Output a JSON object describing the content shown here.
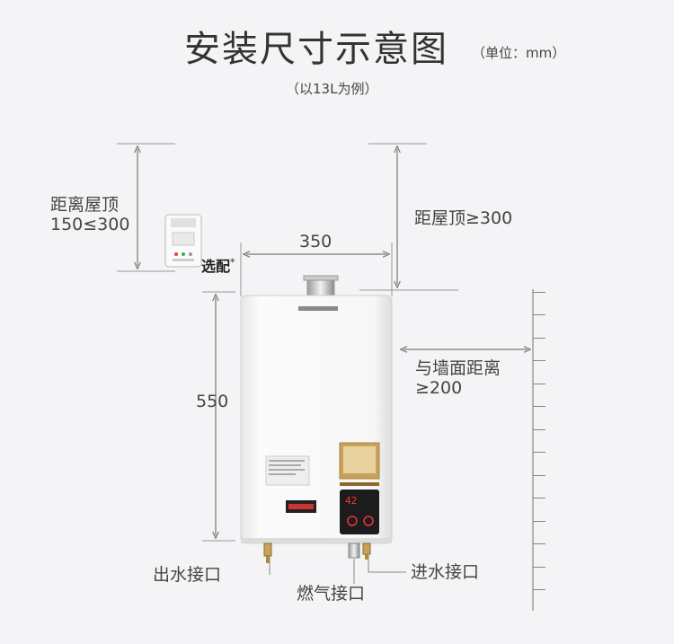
{
  "title": "安装尺寸示意图",
  "unit_note": "（单位：mm）",
  "example_note": "（以13L为例）",
  "labels": {
    "ceiling_distance_left_line1": "距离屋顶",
    "ceiling_distance_left_line2": "150≤300",
    "optional": "选配",
    "optional_mark": "*",
    "width_350": "350",
    "ceiling_distance_right": "距屋顶≥300",
    "height_550": "550",
    "wall_distance_line1": "与墙面距离",
    "wall_distance_line2": "≥200",
    "water_outlet": "出水接口",
    "gas_inlet": "燃气接口",
    "water_inlet": "进水接口"
  },
  "device": {
    "body_color": "#f6f6f6",
    "panel_color": "#1c1c1c",
    "gold_color": "#c8a25c",
    "display_digits": "42"
  }
}
